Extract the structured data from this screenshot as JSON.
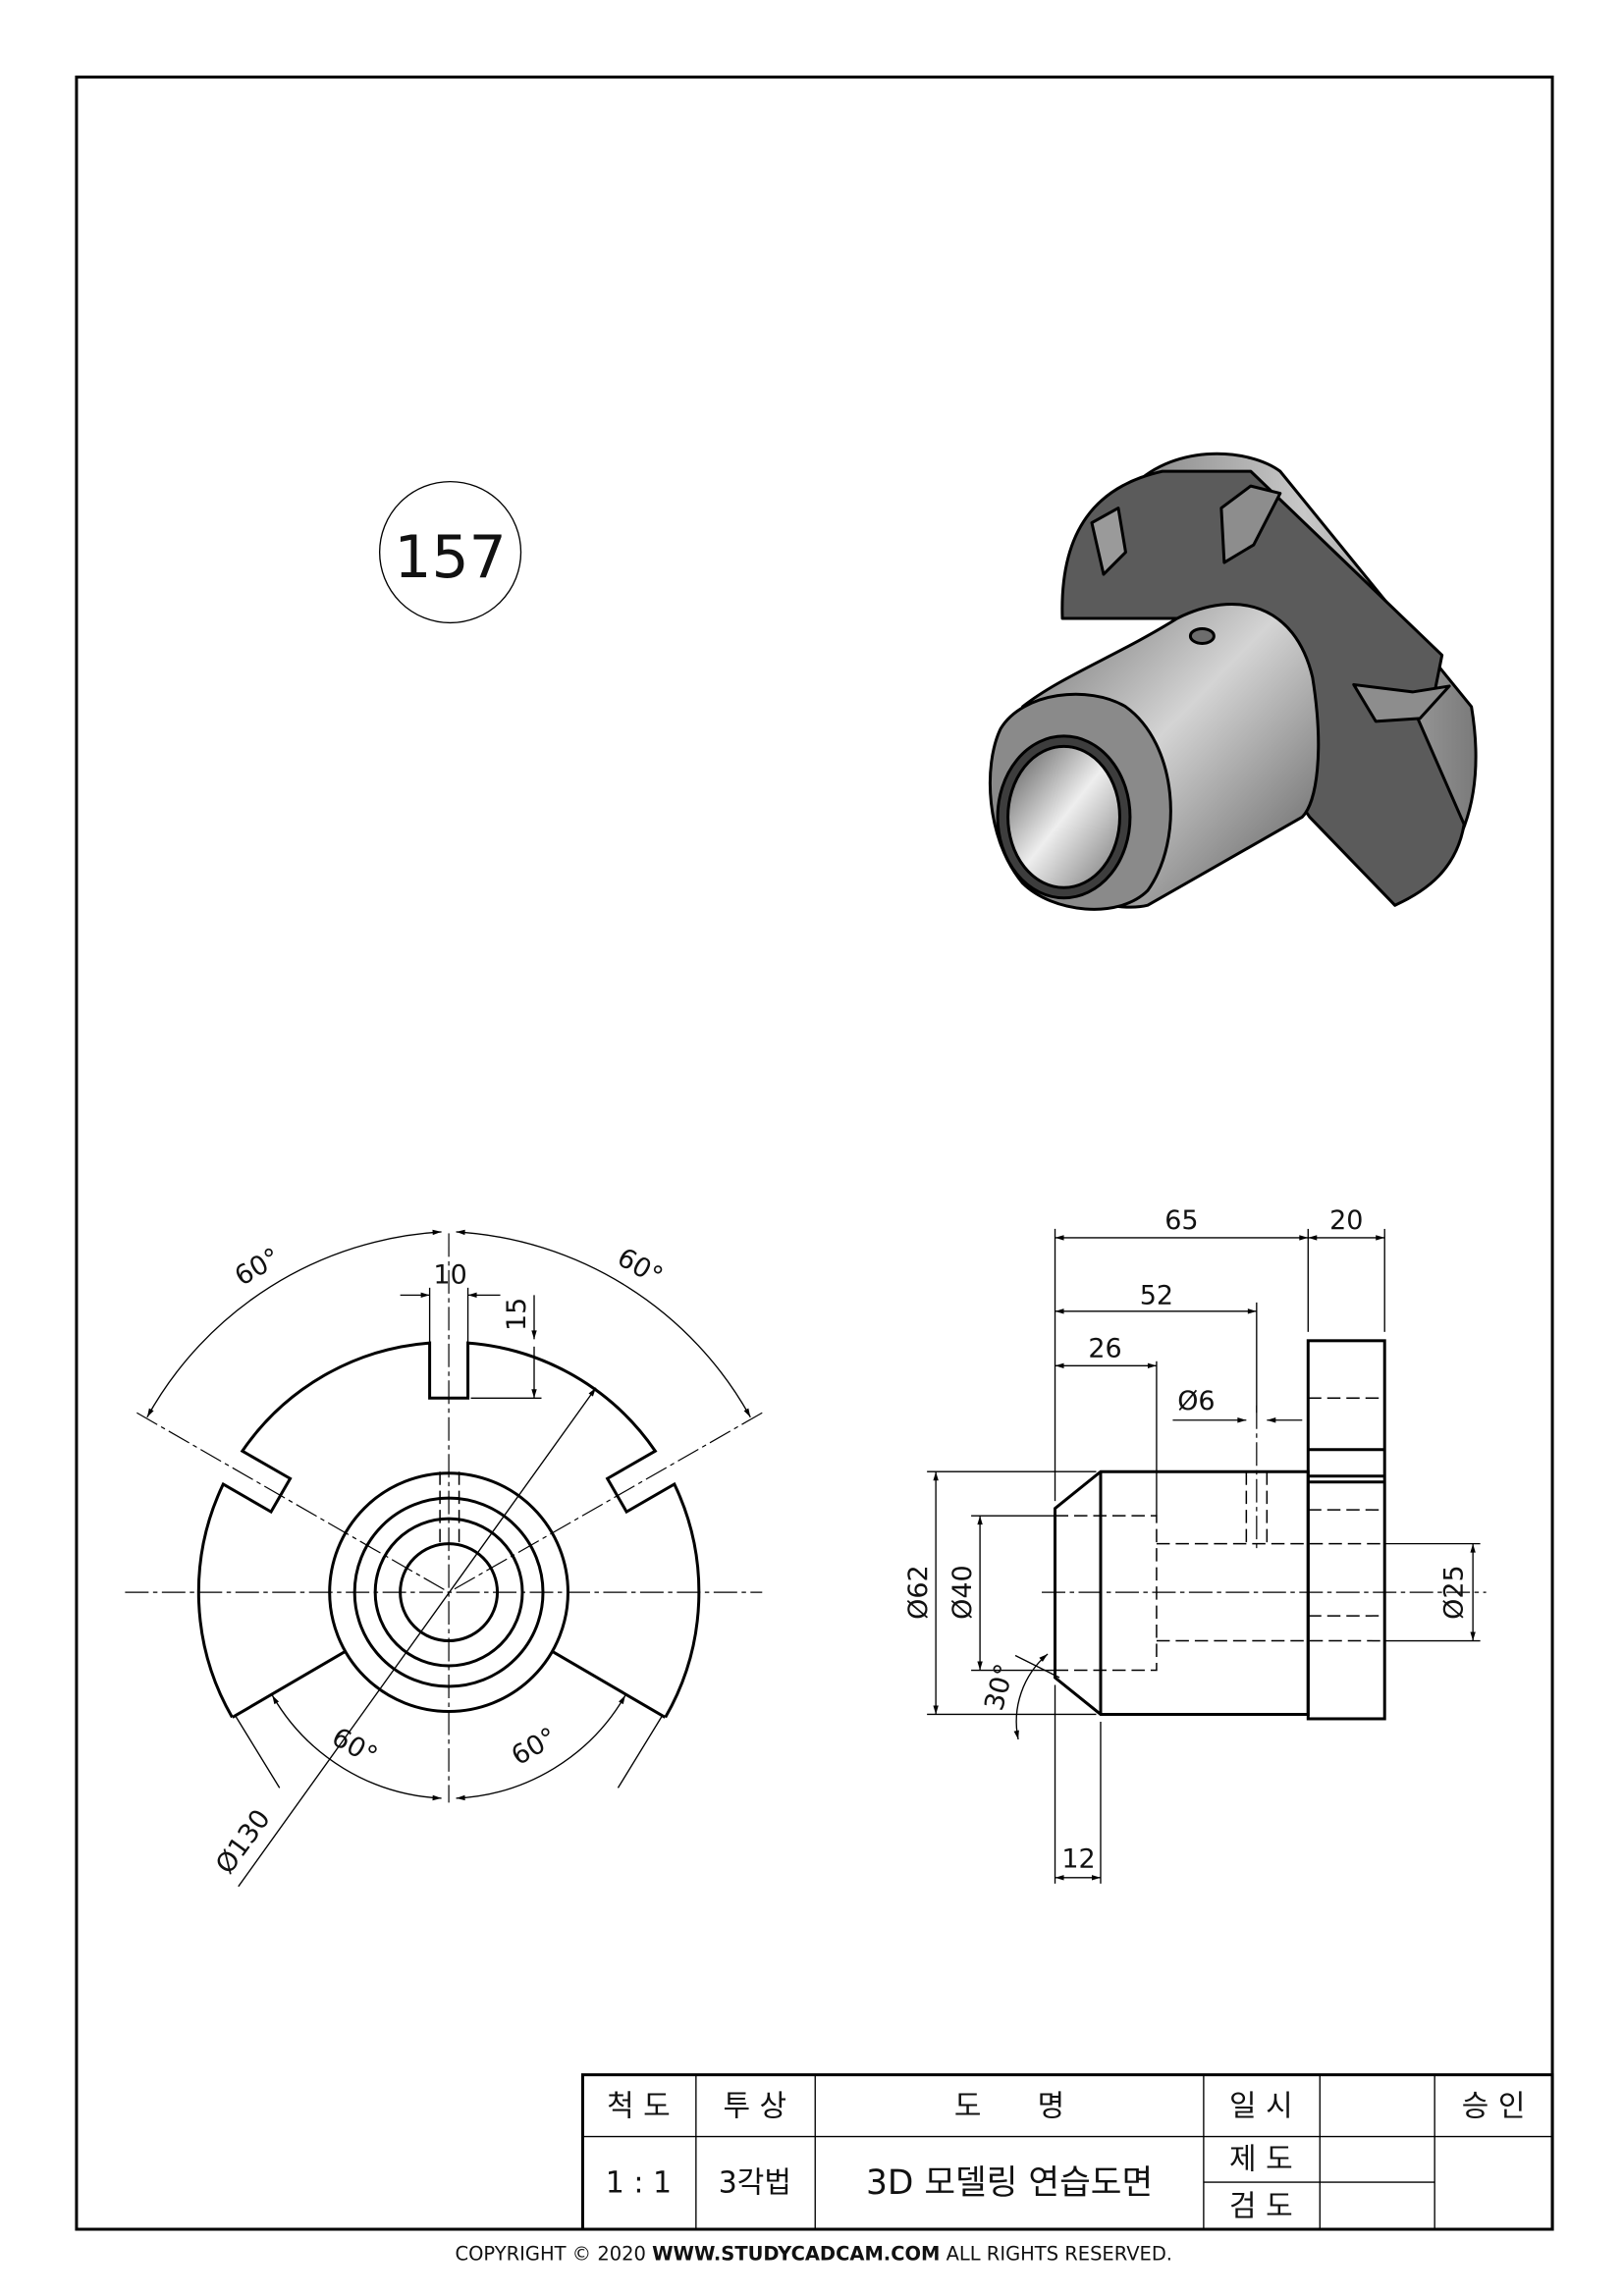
{
  "drawing_number": "157",
  "front_view": {
    "dims": {
      "slot_width": "10",
      "slot_depth": "15",
      "angle_top_left": "60°",
      "angle_top_right": "60°",
      "angle_bottom_left": "60°",
      "angle_bottom_right": "60°",
      "outer_diameter": "Ø130"
    }
  },
  "side_view": {
    "dims": {
      "length_body": "65",
      "flange_width": "20",
      "hole_position": "52",
      "bore_depth": "26",
      "hole_diameter": "Ø6",
      "outer_diameter": "Ø62",
      "counterbore_diameter": "Ø40",
      "bore_diameter": "Ø25",
      "chamfer_angle": "30°",
      "chamfer_length": "12"
    }
  },
  "title_block": {
    "headers": {
      "scale": "척 도",
      "projection": "투 상",
      "title": "도      명",
      "date": "일 시",
      "approval": "승 인"
    },
    "values": {
      "scale": "1 : 1",
      "projection": "3각법",
      "title": "3D 모델링 연습도면"
    },
    "rows": {
      "drafted": "제 도",
      "checked": "검 도"
    }
  },
  "copyright": {
    "prefix": "COPYRIGHT © 2020 ",
    "site": "WWW.STUDYCADCAM.COM",
    "suffix": " ALL RIGHTS RESERVED."
  }
}
